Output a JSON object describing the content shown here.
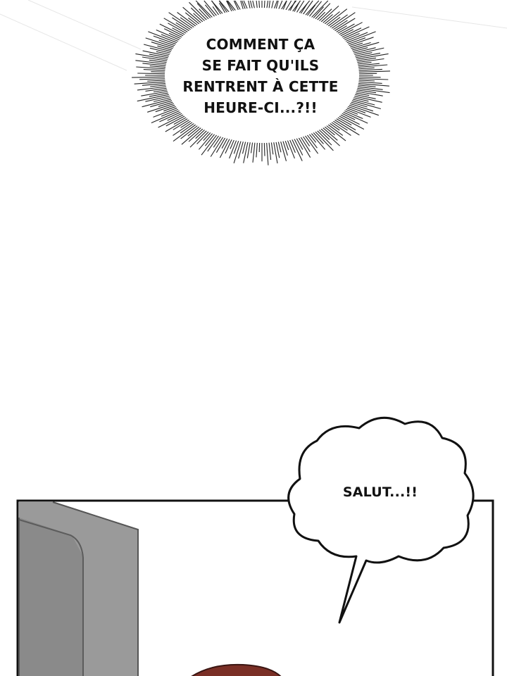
{
  "shout_bubble": {
    "lines": [
      "COMMENT ÇA",
      "SE FAIT QU'ILS",
      "RENTRENT À CETTE",
      "HEURE-CI...?!!"
    ]
  },
  "speech_bubble": {
    "text": "SALUT...!!"
  },
  "colors": {
    "background": "#ffffff",
    "ink": "#111111",
    "door": "#9a9a9a",
    "door_dark": "#7c7c7c",
    "hair": "#7a2f26"
  },
  "icons": [
    "shout-burst-bubble",
    "cloud-speech-bubble",
    "door",
    "hair"
  ]
}
